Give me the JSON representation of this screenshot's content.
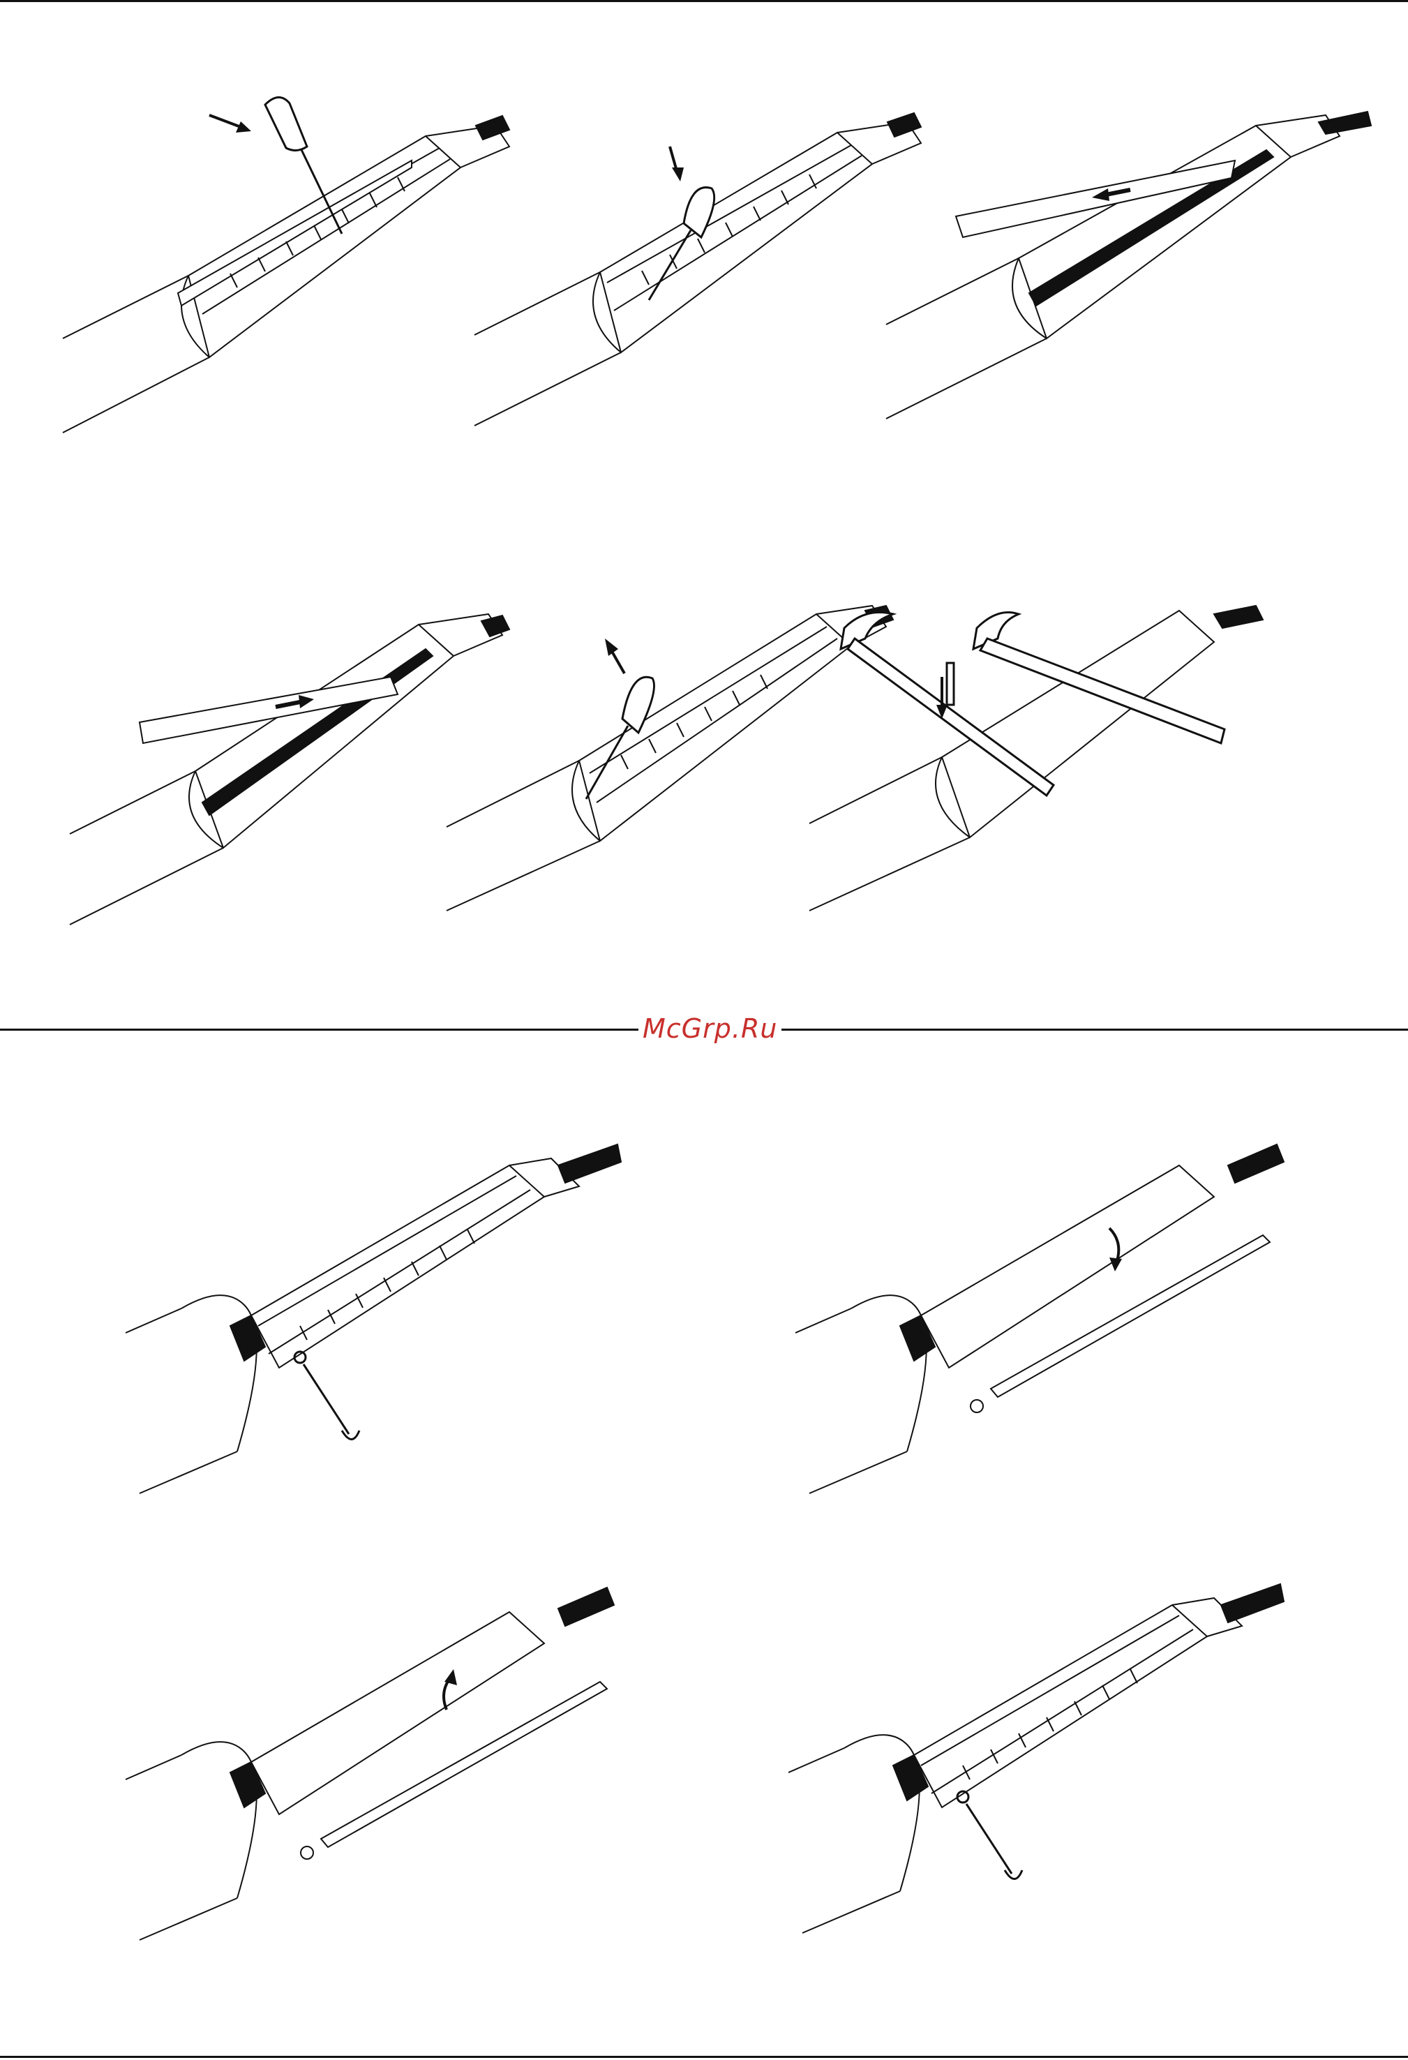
{
  "page": {
    "watermark": "McGrp.Ru",
    "colors": {
      "ink": "#111111",
      "watermark": "#c8302c",
      "paper": "#ffffff"
    }
  },
  "figures": [
    {
      "id": "step-1",
      "tool": "screwdriver",
      "arrow": "in"
    },
    {
      "id": "step-2",
      "tool": "screwdriver",
      "arrow": "in"
    },
    {
      "id": "step-3",
      "tool": "spline-strip",
      "arrow": "left"
    },
    {
      "id": "step-4",
      "tool": "spline-strip",
      "arrow": "right"
    },
    {
      "id": "step-5",
      "tool": "screwdriver",
      "arrow": "out"
    },
    {
      "id": "step-6",
      "tool": "hammers-and-punch",
      "arrow": "down"
    },
    {
      "id": "step-7",
      "tool": "hex-key"
    },
    {
      "id": "step-8",
      "tool": "spline-strip",
      "arrow": "down"
    },
    {
      "id": "step-9",
      "tool": "spline-strip",
      "arrow": "up"
    },
    {
      "id": "step-10",
      "tool": "hex-key"
    }
  ]
}
